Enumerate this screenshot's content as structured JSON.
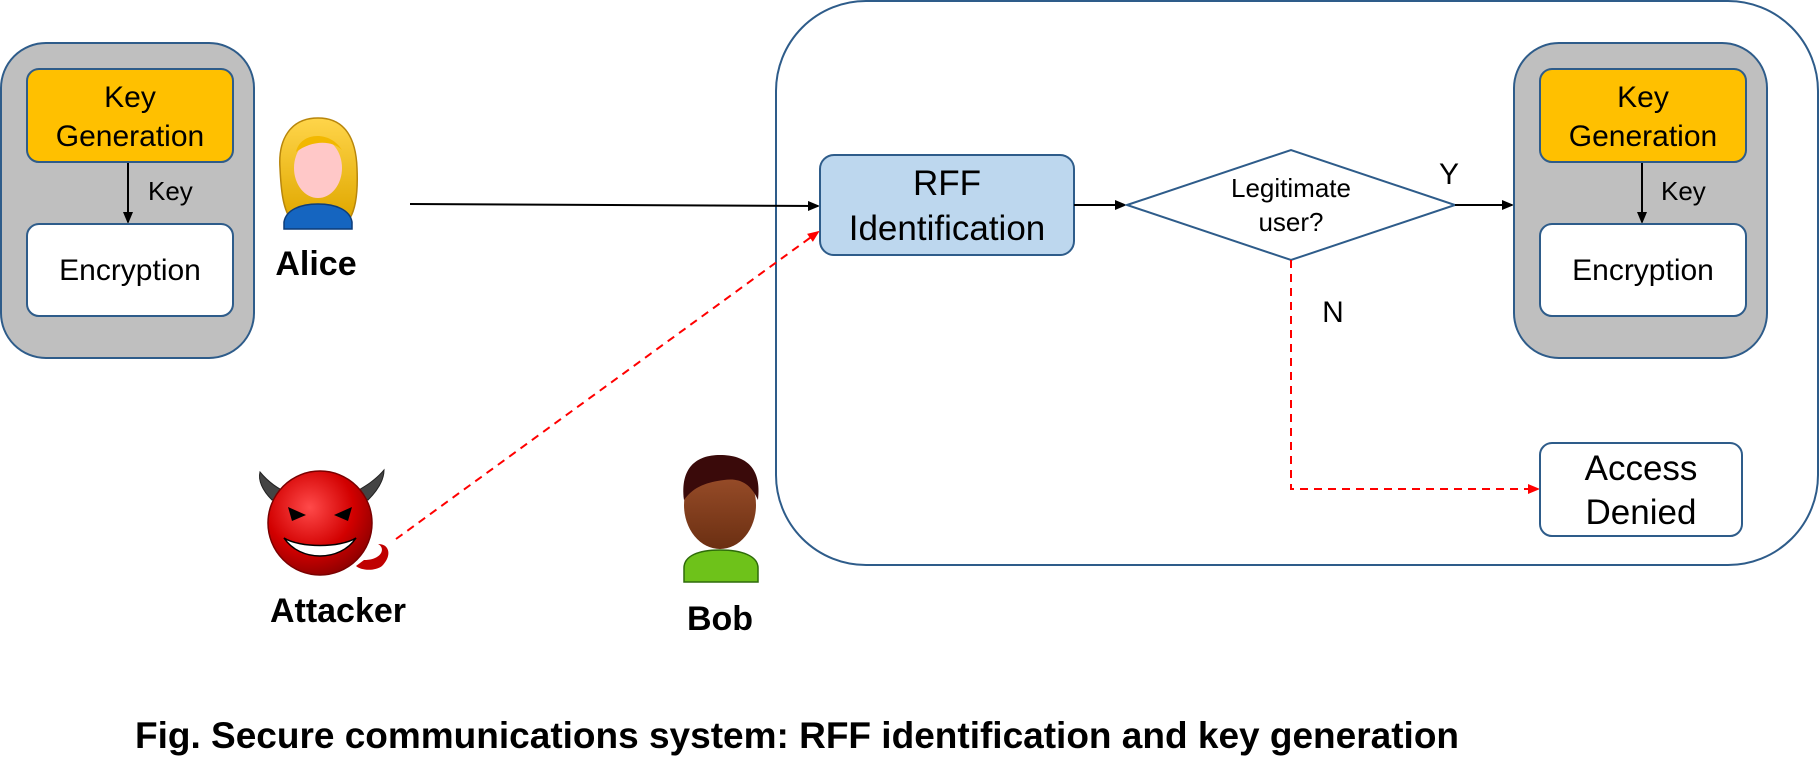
{
  "left_module": {
    "key_generation_lines": [
      "Key",
      "Generation"
    ],
    "key_label": "Key",
    "encryption_label": "Encryption"
  },
  "right_module": {
    "key_generation_lines": [
      "Key",
      "Generation"
    ],
    "key_label": "Key",
    "encryption_label": "Encryption"
  },
  "actors": {
    "alice": "Alice",
    "attacker": "Attacker",
    "bob": "Bob"
  },
  "rff_box_lines": [
    "RFF",
    "Identification"
  ],
  "decision_lines": [
    "Legitimate",
    "user?"
  ],
  "yes_label": "Y",
  "no_label": "N",
  "access_denied_lines": [
    "Access",
    "Denied"
  ],
  "caption": "Fig. Secure communications system: RFF identification and key generation",
  "colors": {
    "key_generation_fill": "#FFC000",
    "module_fill": "#BFBFBF",
    "box_stroke": "#2E5C8A",
    "rff_fill": "#BDD7EE",
    "attack_path": "#FF0000"
  },
  "icons": {
    "alice": "woman-avatar-icon",
    "attacker": "devil-icon",
    "bob": "man-avatar-icon"
  }
}
